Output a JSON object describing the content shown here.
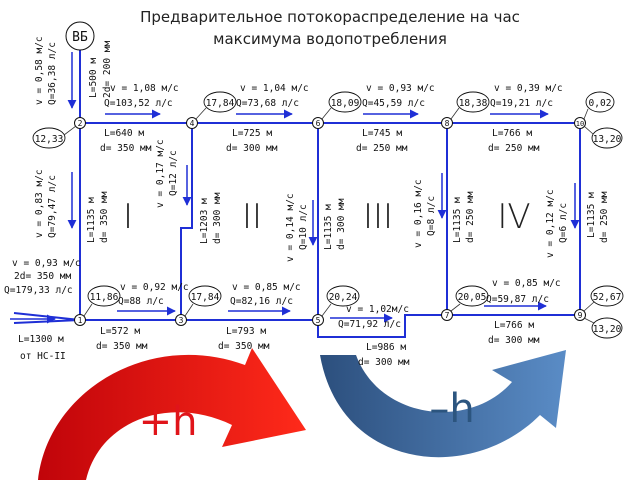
{
  "title": {
    "line1": "Предварительное потокораспределение на час",
    "line2": "максимума водопотребления"
  },
  "tower": {
    "label": "ВБ"
  },
  "colors": {
    "pipe": "#1f2fd6",
    "plus_h": "#e0141a",
    "minus_h": "#2c557f"
  },
  "nodes": [
    "1",
    "2",
    "3",
    "4",
    "5",
    "6",
    "7",
    "8",
    "9",
    "10"
  ],
  "pressures": {
    "n1": "11,86",
    "n2": "12,33",
    "n3": "17,84",
    "n4": "17,84",
    "n5": "20,24",
    "n6": "18,09",
    "n7": "20,05",
    "n8": "18,38",
    "n9": "52,67",
    "n9b": "13,20",
    "n10": "0,02",
    "n10b": "13,20"
  },
  "segments": {
    "tower_2": {
      "v": "v = 0,58 м/с",
      "q": "Q=36,38 л/с",
      "L": "L=500 м",
      "d": "2d= 200 мм"
    },
    "s2_4": {
      "v": "v = 1,08 м/с",
      "q": "Q=103,52 л/с",
      "L": "L=640 м",
      "d": "d= 350 мм"
    },
    "s4_6": {
      "v": "v = 1,04 м/с",
      "q": "Q=73,68 л/с",
      "L": "L=725 м",
      "d": "d= 300 мм"
    },
    "s6_8": {
      "v": "v = 0,93 м/с",
      "q": "Q=45,59 л/с",
      "L": "L=745 м",
      "d": "d= 250 мм"
    },
    "s8_10": {
      "v": "v = 0,39 м/с",
      "q": "Q=19,21 л/с",
      "L": "L=766 м",
      "d": "d= 250 мм"
    },
    "s2_1": {
      "v": "v = 0,83 м/с",
      "q": "Q=79,47 л/с",
      "L": "L=1135 м",
      "d": "d= 350 мм"
    },
    "s4_3": {
      "v": "v = 0,17 м/с",
      "q": "Q=12 л/с",
      "L": "L=1203 м",
      "d": "d= 300 мм"
    },
    "s6_5": {
      "v": "v = 0,14 м/с",
      "q": "Q=10 л/с",
      "L": "L=1135 м",
      "d": "d= 300 мм"
    },
    "s8_7": {
      "v": "v = 0,16 м/с",
      "q": "Q=8 л/с",
      "L": "L=1135 м",
      "d": "d= 250 мм"
    },
    "s10_9": {
      "v": "v = 0,12 м/с",
      "q": "Q=6 л/с",
      "L": "L=1135 м",
      "d": "d= 250 мм"
    },
    "s1_3": {
      "v": "v = 0,92 м/с",
      "q": "Q=88 л/с",
      "L": "L=572 м",
      "d": "d= 350 мм"
    },
    "s3_5": {
      "v": "v = 0,85 м/с",
      "q": "Q=82,16 л/с",
      "L": "L=793 м",
      "d": "d= 350 мм"
    },
    "s5_7": {
      "v": "v = 1,02м/с",
      "q": "Q=71,92 л/с",
      "L": "L=986 м",
      "d": "d= 300 мм"
    },
    "s7_9": {
      "v": "v = 0,85 м/с",
      "q": "Q=59,87 л/с",
      "L": "L=766 м",
      "d": "d= 300 мм"
    },
    "inlet": {
      "v": "v = 0,93 м/с",
      "d": "2d= 350 мм",
      "q": "Q=179,33 л/с",
      "L": "L=1300 м",
      "from": "от НС-II"
    }
  },
  "rings": [
    "I",
    "II",
    "III",
    "IV"
  ],
  "hints": {
    "plus": "+h",
    "minus": "–h"
  }
}
